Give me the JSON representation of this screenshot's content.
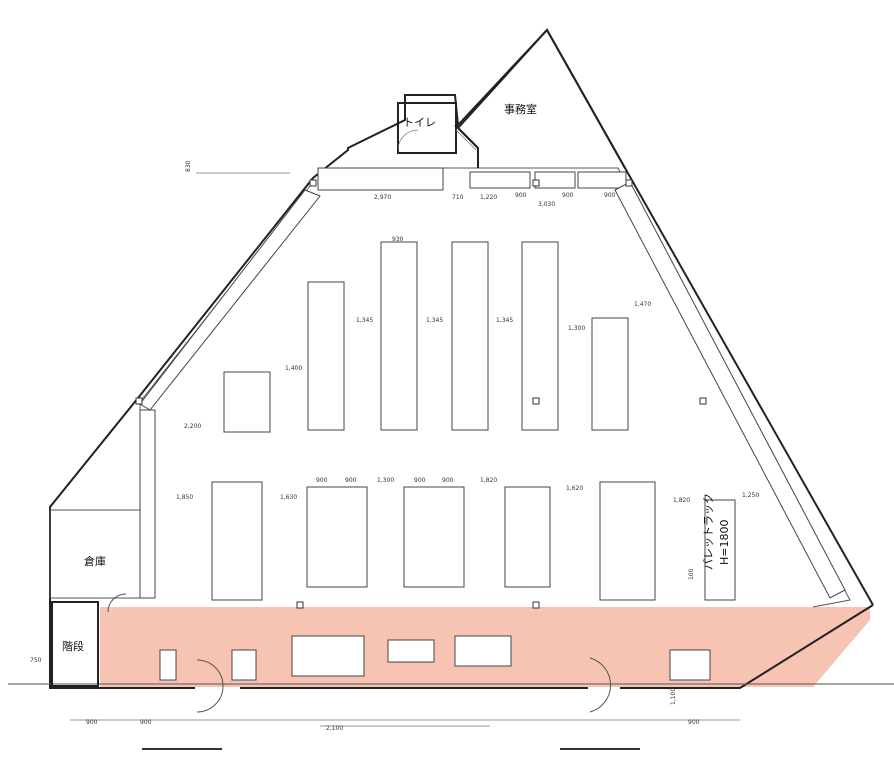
{
  "rooms": {
    "office": "事務室",
    "toilet": "トイレ",
    "storage": "倉庫",
    "stairs": "階段",
    "pallet_rack": "パレットラック",
    "pallet_rack_size": "H=1800"
  },
  "dimensions": {
    "scale_mark": "830",
    "top_row": [
      "2,970",
      "710",
      "1,220",
      "900",
      "900",
      "900",
      "3,030"
    ],
    "rack_width": "930",
    "aisle_a": "1,345",
    "aisle_b": "1,345",
    "aisle_c": "1,345",
    "aisle_d": "1,300",
    "aisle_e": "1,470",
    "aisle_f": "1,400",
    "aisle_g": "2,200",
    "mid_row": [
      "900",
      "900",
      "1,300",
      "900",
      "900"
    ],
    "mid_left": "1,850",
    "mid_b": "1,630",
    "mid_c": "1,820",
    "mid_d": "1,620",
    "mid_e": "1,820",
    "mid_f": "1,250",
    "pallet_gap": "100",
    "bottom_row": [
      "900",
      "900",
      "900"
    ],
    "bottom_mid": "2,100",
    "left_small": "750",
    "bottom_h": "1,100"
  },
  "highlight_color": "#f6b9a6"
}
